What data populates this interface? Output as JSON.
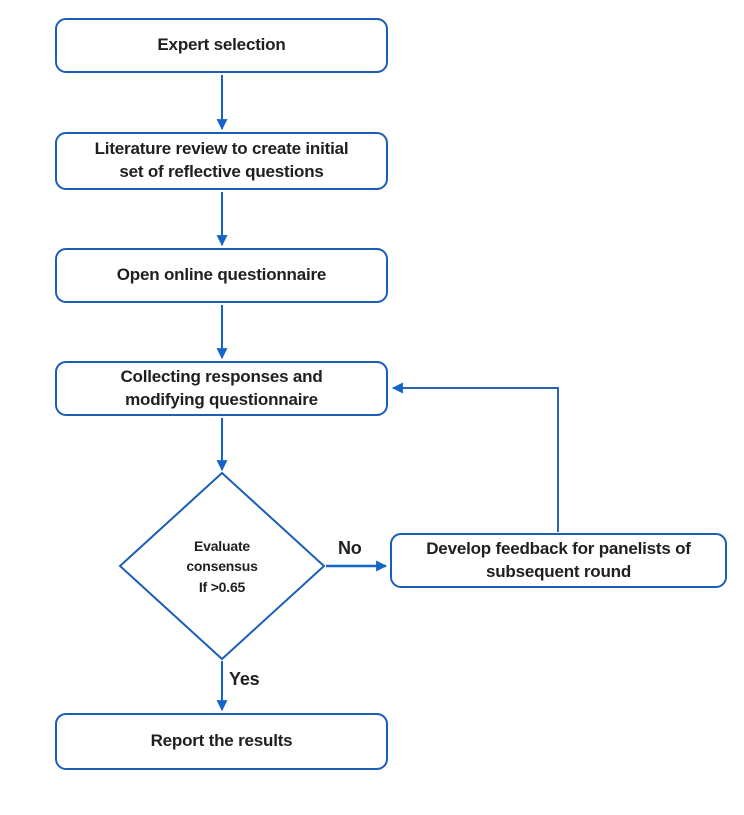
{
  "diagram": {
    "background": "#ffffff",
    "colors": {
      "box_border": "#1b5eb8",
      "arrow": "#1565c8",
      "feedback_arrow": "#2b63ae",
      "text": "#1f1f1f"
    },
    "nodes": {
      "expert": {
        "label": "Expert selection"
      },
      "literature": {
        "line1": "Literature review to create initial",
        "line2": "set of reflective questions"
      },
      "open_questionnaire": {
        "label": "Open online questionnaire"
      },
      "collect": {
        "line1": "Collecting responses and",
        "line2": "modifying questionnaire"
      },
      "decision": {
        "line1": "Evaluate",
        "line2": "consensus",
        "line3": "If >0.65"
      },
      "develop": {
        "line1": "Develop feedback for panelists of",
        "line2": "subsequent round"
      },
      "report": {
        "label": "Report the results"
      }
    },
    "edge_labels": {
      "no": "No",
      "yes": "Yes"
    }
  }
}
